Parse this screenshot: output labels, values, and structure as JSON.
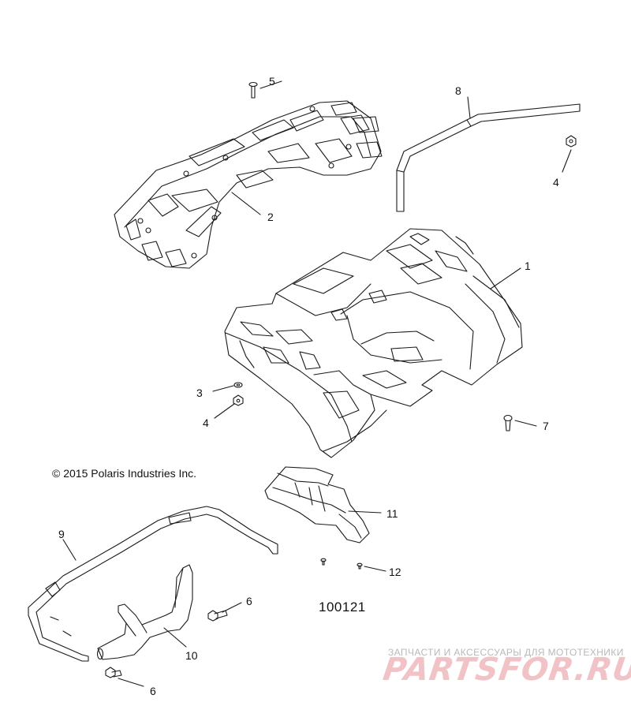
{
  "diagram": {
    "copyright": "© 2015 Polaris Industries Inc.",
    "figure_number": "100121",
    "callouts": {
      "c1": "1",
      "c2": "2",
      "c3": "3",
      "c4a": "4",
      "c4b": "4",
      "c5": "5",
      "c6a": "6",
      "c6b": "6",
      "c7": "7",
      "c8": "8",
      "c9": "9",
      "c10": "10",
      "c11": "11",
      "c12": "12"
    }
  },
  "watermark": {
    "caption": "ЗАПЧАСТИ И АКСЕССУАРЫ ДЛЯ МОТОТЕХНИКИ",
    "logo": "PARTSFOR.RU"
  },
  "colors": {
    "line": "#1a1a1a",
    "watermark_caption": "#b9b9b9",
    "watermark_logo": "#f2c3c6"
  }
}
